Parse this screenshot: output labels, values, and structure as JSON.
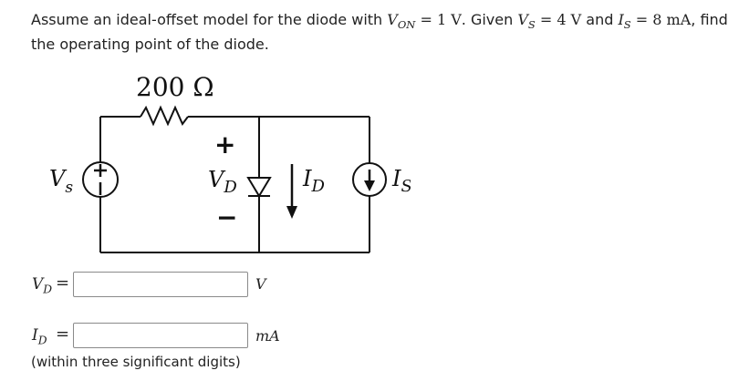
{
  "question": {
    "text_a": "Assume an ideal-offset model for the diode with ",
    "von_sym": "V",
    "von_sub": "ON",
    "von_val": " = 1 V",
    "text_b": ". Given ",
    "vs_sym": "V",
    "vs_sub": "S",
    "vs_val": " = 4 V",
    "text_c": " and ",
    "is_sym": "I",
    "is_sub": "S",
    "is_val": " = 8 mA",
    "text_d": ", find the operating point of the diode."
  },
  "circuit": {
    "resistor_label": "200 Ω",
    "source_label_sym": "V",
    "source_label_sub": "s",
    "vd_plus": "+",
    "vd_sym": "V",
    "vd_sub": "D",
    "vd_minus": "−",
    "id_sym": "I",
    "id_sub": "D",
    "is_sym": "I",
    "is_sub": "S"
  },
  "answers": {
    "vd_label_sym": "V",
    "vd_label_sub": "D",
    "vd_equals": "=",
    "vd_value": "",
    "vd_unit": "V",
    "id_label_sym": "I",
    "id_label_sub": "D",
    "id_equals": "=",
    "id_value": "",
    "id_unit": "mA",
    "note": "(within three significant digits)"
  }
}
